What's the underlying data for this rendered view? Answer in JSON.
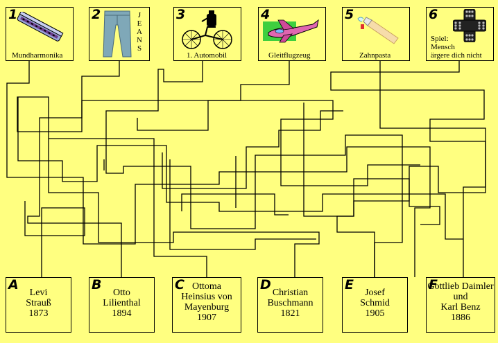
{
  "top_boxes": [
    {
      "number": "1",
      "caption": "Mundharmonika",
      "icon": "harmonica-icon"
    },
    {
      "number": "2",
      "caption": "JEANS",
      "icon": "jeans-icon"
    },
    {
      "number": "3",
      "caption": "1. Automobil",
      "icon": "automobile-icon"
    },
    {
      "number": "4",
      "caption": "Gleitflugzeug",
      "icon": "glider-icon"
    },
    {
      "number": "5",
      "caption": "Zahnpasta",
      "icon": "toothpaste-icon"
    },
    {
      "number": "6",
      "caption_lines": [
        "Spiel:",
        "Mensch",
        "ärgere dich nicht"
      ],
      "icon": "board-game-icon"
    }
  ],
  "bottom_boxes": [
    {
      "letter": "A",
      "lines": [
        "Levi",
        "Strauß",
        "1873"
      ]
    },
    {
      "letter": "B",
      "lines": [
        "Otto",
        "Lilienthal",
        "1894"
      ]
    },
    {
      "letter": "C",
      "lines": [
        "Ottoma",
        "Heinsius von",
        "Mayenburg",
        "1907"
      ]
    },
    {
      "letter": "D",
      "lines": [
        "Christian",
        "Buschmann",
        "1821"
      ]
    },
    {
      "letter": "E",
      "lines": [
        "Josef",
        "Schmid",
        "1905"
      ]
    },
    {
      "letter": "F",
      "lines": [
        "Gottlieb Daimler",
        "und",
        "Karl Benz",
        "1886"
      ]
    }
  ],
  "colors": {
    "background": "#ffff80",
    "line": "#000000"
  }
}
